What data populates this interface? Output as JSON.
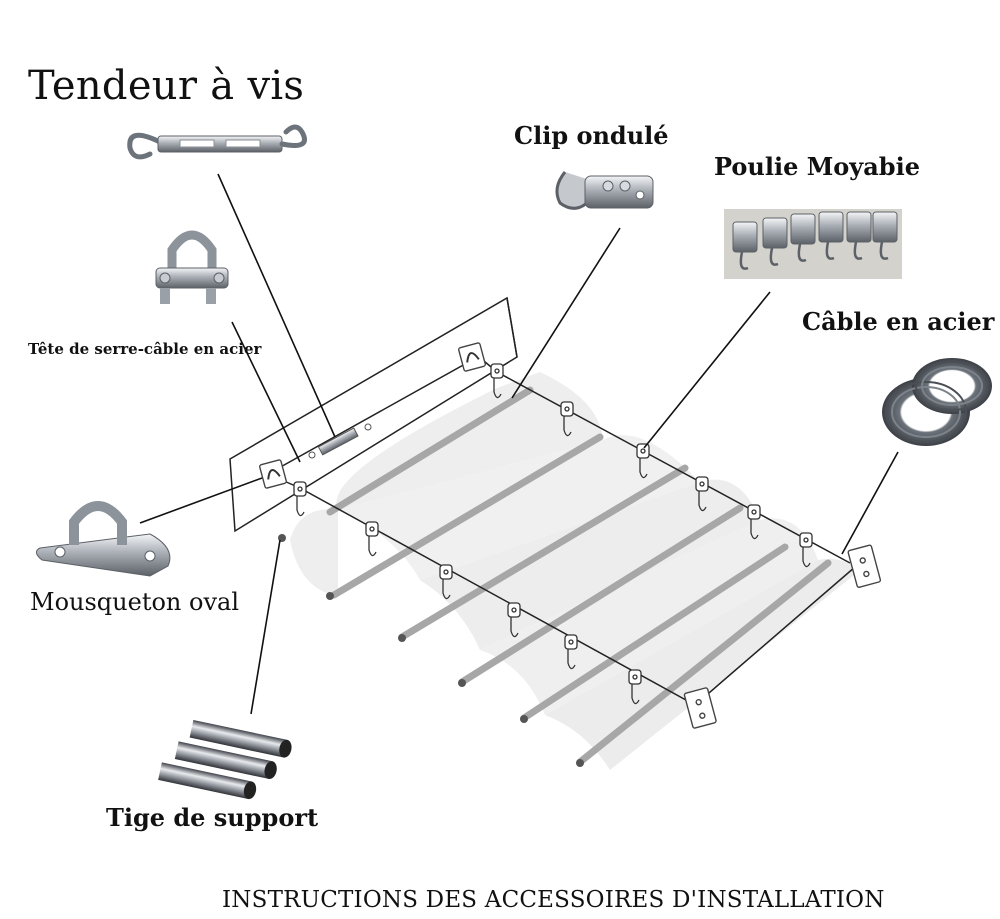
{
  "labels": {
    "title": "Tendeur à vis",
    "clip": "Clip ondulé",
    "poulie": "Poulie Moyabie",
    "cable": "Câble en acier",
    "tete": "Tête de serre-câble en acier",
    "mousqueton": "Mousqueton oval",
    "tige": "Tige de support"
  },
  "footer": "INSTRUCTIONS DES ACCESSOIRES D'INSTALLATION",
  "colors": {
    "text": "#111111",
    "metal": "#9aa0a8",
    "metal_dark": "#5c6168",
    "fabric": "#eeeeee",
    "rod": "#a7a7a7",
    "line": "#111111"
  }
}
